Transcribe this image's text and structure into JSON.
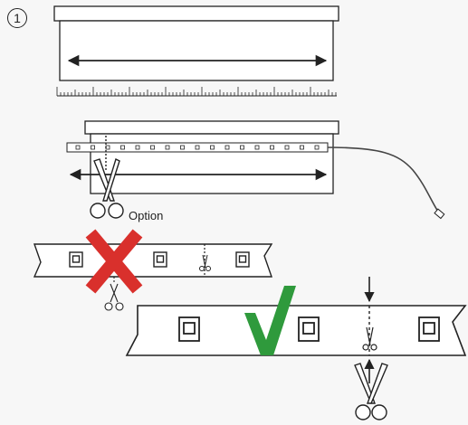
{
  "step": {
    "number": "1"
  },
  "labels": {
    "option": "Option"
  },
  "marks": {
    "wrong": "cross",
    "right": "check"
  },
  "icons": [
    "scissors-icon",
    "arrow-icon",
    "led-chip-icon",
    "cut-line-icon",
    "power-cable-icon",
    "connector-icon"
  ],
  "colors": {
    "wrong": "#d9302c",
    "right": "#2f9a3c",
    "line": "#222222",
    "background": "#f7f7f7"
  }
}
